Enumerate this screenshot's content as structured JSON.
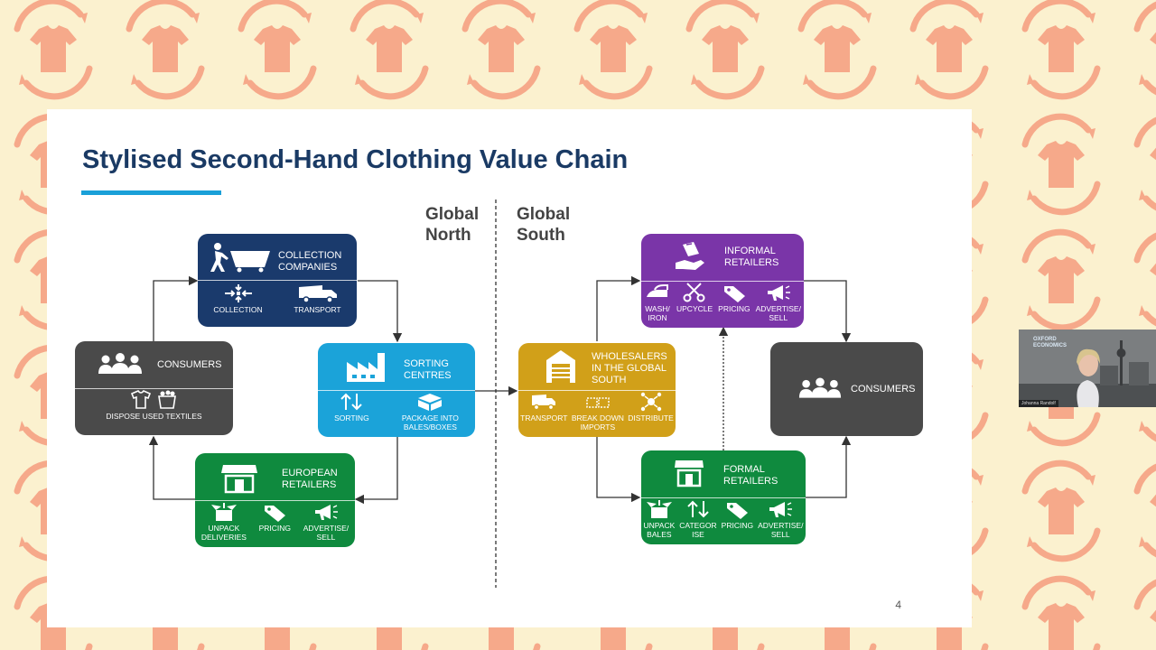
{
  "slide": {
    "title": "Stylised Second-Hand Clothing Value Chain",
    "page_number": "4",
    "region_north": [
      "Global",
      "North"
    ],
    "region_south": [
      "Global",
      "South"
    ]
  },
  "colors": {
    "title": "#1a3a64",
    "accent_underline": "#1aa0d8",
    "collection": "#1a3a6c",
    "sorting": "#1ba3d9",
    "retailers": "#0f8a3e",
    "consumers": "#4a4a4a",
    "wholesalers": "#d1a019",
    "informal": "#7a35a8",
    "background_pattern": "#f6a98a",
    "background": "#fbf1cf"
  },
  "nodes": {
    "collection": {
      "label": "COLLECTION\nCOMPANIES",
      "icon": "worker-pushing-bin-icon",
      "subs": [
        {
          "label": "COLLECTION",
          "icon": "gather-arrows-icon"
        },
        {
          "label": "TRANSPORT",
          "icon": "truck-icon"
        }
      ]
    },
    "sorting": {
      "label": "SORTING\nCENTRES",
      "icon": "factory-icon",
      "subs": [
        {
          "label": "SORTING",
          "icon": "up-down-arrows-icon"
        },
        {
          "label": "PACKAGE INTO\nBALES/BOXES",
          "icon": "box-icon"
        }
      ]
    },
    "consumers_north": {
      "label": "CONSUMERS",
      "icon": "people-icon",
      "subs": [
        {
          "label": "DISPOSE USED TEXTILES",
          "icon": "tshirt-bin-icon"
        }
      ]
    },
    "european_retailers": {
      "label": "EUROPEAN\nRETAILERS",
      "icon": "storefront-icon",
      "subs": [
        {
          "label": "UNPACK\nDELIVERIES",
          "icon": "open-box-icon"
        },
        {
          "label": "PRICING",
          "icon": "price-tag-icon"
        },
        {
          "label": "ADVERTISE/\nSELL",
          "icon": "megaphone-icon"
        }
      ]
    },
    "wholesalers": {
      "label": "WHOLESALERS\nIN THE GLOBAL\nSOUTH",
      "icon": "warehouse-icon",
      "subs": [
        {
          "label": "TRANSPORT",
          "icon": "truck-icon"
        },
        {
          "label": "BREAK DOWN\nIMPORTS",
          "icon": "split-bale-icon"
        },
        {
          "label": "DISTRIBUTE",
          "icon": "distribute-icon"
        }
      ]
    },
    "informal_retailers": {
      "label": "INFORMAL\nRETAILERS",
      "icon": "hand-money-icon",
      "subs": [
        {
          "label": "WASH/\nIRON",
          "icon": "iron-icon"
        },
        {
          "label": "UPCYCLE",
          "icon": "scissors-icon"
        },
        {
          "label": "PRICING",
          "icon": "price-tag-icon"
        },
        {
          "label": "ADVERTISE/\nSELL",
          "icon": "megaphone-icon"
        }
      ]
    },
    "formal_retailers": {
      "label": "FORMAL\nRETAILERS",
      "icon": "storefront-icon",
      "subs": [
        {
          "label": "UNPACK\nBALES",
          "icon": "open-box-icon"
        },
        {
          "label": "CATEGOR\nISE",
          "icon": "up-down-arrows-icon"
        },
        {
          "label": "PRICING",
          "icon": "price-tag-icon"
        },
        {
          "label": "ADVERTISE/\nSELL",
          "icon": "megaphone-icon"
        }
      ]
    },
    "consumers_south": {
      "label": "CONSUMERS",
      "icon": "people-icon",
      "subs": []
    }
  },
  "webcam": {
    "logo": "OXFORD\nECONOMICS",
    "name": "Johanna Randolf"
  }
}
